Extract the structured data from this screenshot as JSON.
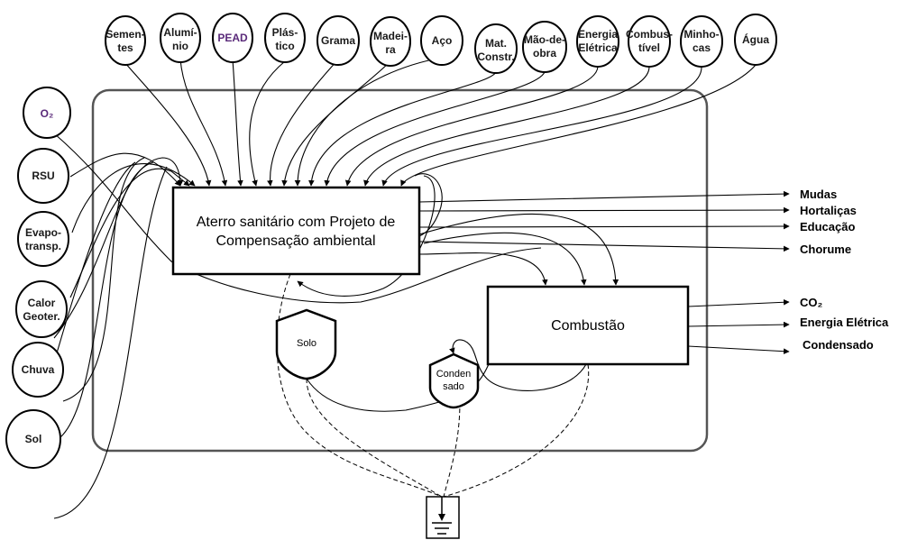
{
  "inputs_top": [
    {
      "id": "sementes",
      "lines": [
        "Semen-",
        "tes"
      ]
    },
    {
      "id": "aluminio",
      "lines": [
        "Alumí-",
        "nio"
      ]
    },
    {
      "id": "pead",
      "lines": [
        "PEAD"
      ]
    },
    {
      "id": "plastico",
      "lines": [
        "Plás-",
        "tico"
      ]
    },
    {
      "id": "grama",
      "lines": [
        "Grama"
      ]
    },
    {
      "id": "madeira",
      "lines": [
        "Madei-",
        "ra"
      ]
    },
    {
      "id": "aco",
      "lines": [
        "Aço"
      ]
    },
    {
      "id": "matconstr",
      "lines": [
        "Mat.",
        "Constr."
      ]
    },
    {
      "id": "maodeobra",
      "lines": [
        "Mão-de-",
        "obra"
      ]
    },
    {
      "id": "energia",
      "lines": [
        "Energia",
        "Elétrica"
      ]
    },
    {
      "id": "combustivel",
      "lines": [
        "Combus-",
        "tível"
      ]
    },
    {
      "id": "minhocas",
      "lines": [
        "Minho-",
        "cas"
      ]
    },
    {
      "id": "agua",
      "lines": [
        "Água"
      ]
    }
  ],
  "inputs_left": [
    {
      "id": "o2",
      "lines": [
        "O₂"
      ]
    },
    {
      "id": "rsu",
      "lines": [
        "RSU"
      ]
    },
    {
      "id": "evapotransp",
      "lines": [
        "Evapo-",
        "transp."
      ]
    },
    {
      "id": "calorgeoter",
      "lines": [
        "Calor",
        "Geoter."
      ]
    },
    {
      "id": "chuva",
      "lines": [
        "Chuva"
      ]
    },
    {
      "id": "sol",
      "lines": [
        "Sol"
      ]
    }
  ],
  "main_process": {
    "lines": [
      "Aterro sanitário com Projeto de",
      "Compensação ambiental"
    ]
  },
  "combustion": {
    "label": "Combustão"
  },
  "storages": {
    "solo": "Solo",
    "condensado": [
      "Conden",
      "sado"
    ]
  },
  "outputs_main": [
    "Mudas",
    "Hortaliças",
    "Educação",
    "Chorume"
  ],
  "outputs_combustion": [
    "CO₂",
    "Energia Elétrica",
    "Condensado"
  ],
  "colors": {
    "line": "#000000",
    "border": "#555555",
    "text": "#1a1a1a",
    "pead": "#5a2a7a"
  }
}
